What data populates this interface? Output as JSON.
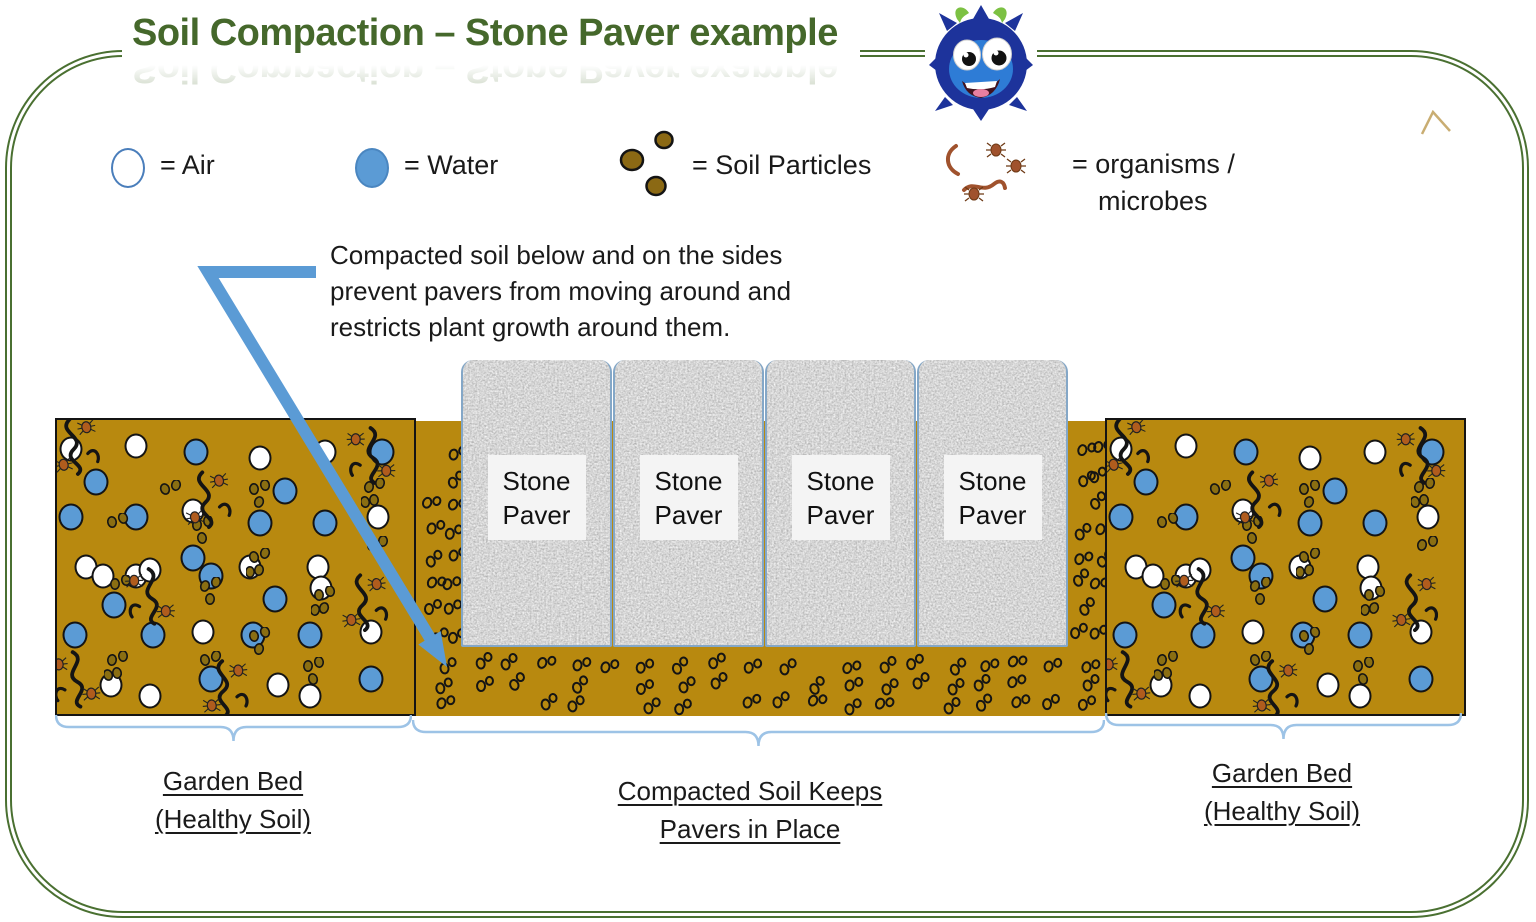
{
  "title": "Soil Compaction – Stone Paver example",
  "legend": {
    "air": {
      "label": "= Air"
    },
    "water": {
      "label": "= Water"
    },
    "soil_particles": {
      "label": "= Soil Particles"
    },
    "organisms": {
      "label_line1": "= organisms /",
      "label_line2": "microbes"
    }
  },
  "annotation": {
    "lines": [
      "Compacted soil below and on the sides",
      "prevent pavers from moving around and",
      "restricts plant growth around them."
    ]
  },
  "pavers": {
    "labels": [
      "Stone Paver",
      "Stone Paver",
      "Stone Paver",
      "Stone Paver"
    ]
  },
  "sections": {
    "left": {
      "lines": [
        "Garden Bed",
        "(Healthy Soil)"
      ]
    },
    "middle": {
      "lines": [
        "Compacted Soil Keeps",
        "Pavers in Place"
      ]
    },
    "right": {
      "lines": [
        "Garden Bed",
        "(Healthy Soil)"
      ]
    }
  },
  "colors": {
    "soil": "#B8890F",
    "frame_green": "#4A7031",
    "title_green": "#45682B",
    "water_blue": "#5B9BD5",
    "air_outline_blue": "#4A7EBB",
    "arrow_blue": "#5B9BD5",
    "brace_blue": "#9DC3E6",
    "particle_olive": "#8A6E12",
    "organism_black": "#141414",
    "legend_organism_brown": "#A0522D",
    "mite_brown": "#B05C1D",
    "paver_border_blue": "#84A7C7",
    "paver_gray": "#C9C9C9",
    "label_bg": "#F4F4F4",
    "caret_tan": "#C9AD72",
    "soil_blob_brown": "#8B6914"
  },
  "scene": {
    "garden_bed_items": {
      "air": [
        [
          4,
          10
        ],
        [
          22,
          9
        ],
        [
          57,
          13
        ],
        [
          75,
          11
        ],
        [
          38,
          31
        ],
        [
          90,
          33
        ],
        [
          8,
          50
        ],
        [
          13,
          53
        ],
        [
          22,
          53
        ],
        [
          26,
          51
        ],
        [
          54,
          50
        ],
        [
          73,
          50
        ],
        [
          74,
          57
        ],
        [
          41,
          72
        ],
        [
          88,
          72
        ],
        [
          15,
          90
        ],
        [
          26,
          94
        ],
        [
          62,
          90
        ],
        [
          71,
          94
        ]
      ],
      "water": [
        [
          39,
          11
        ],
        [
          91,
          11
        ],
        [
          11,
          21
        ],
        [
          4,
          33
        ],
        [
          22,
          33
        ],
        [
          64,
          24
        ],
        [
          57,
          35
        ],
        [
          75,
          35
        ],
        [
          38,
          47
        ],
        [
          43,
          53
        ],
        [
          16,
          63
        ],
        [
          61,
          61
        ],
        [
          5,
          73
        ],
        [
          27,
          73
        ],
        [
          55,
          73
        ],
        [
          71,
          73
        ],
        [
          43,
          88
        ],
        [
          88,
          88
        ]
      ],
      "particle_clusters": [
        [
          32,
          26
        ],
        [
          57,
          26
        ],
        [
          89,
          25
        ],
        [
          17,
          37
        ],
        [
          41,
          38
        ],
        [
          57,
          49
        ],
        [
          18,
          58
        ],
        [
          43,
          59
        ],
        [
          75,
          62
        ],
        [
          90,
          45
        ],
        [
          57,
          76
        ],
        [
          17,
          84
        ],
        [
          43,
          84
        ],
        [
          72,
          86
        ]
      ],
      "organisms": [
        [
          5,
          9
        ],
        [
          88,
          12
        ],
        [
          42,
          27
        ],
        [
          26,
          60
        ],
        [
          86,
          62
        ],
        [
          5,
          88
        ],
        [
          47,
          91
        ]
      ]
    },
    "compaction_dot_density": {
      "side_strip_cols": 2,
      "side_strip_rows": 8,
      "bottom_band_cols": 20,
      "bottom_band_rows": 3
    }
  }
}
